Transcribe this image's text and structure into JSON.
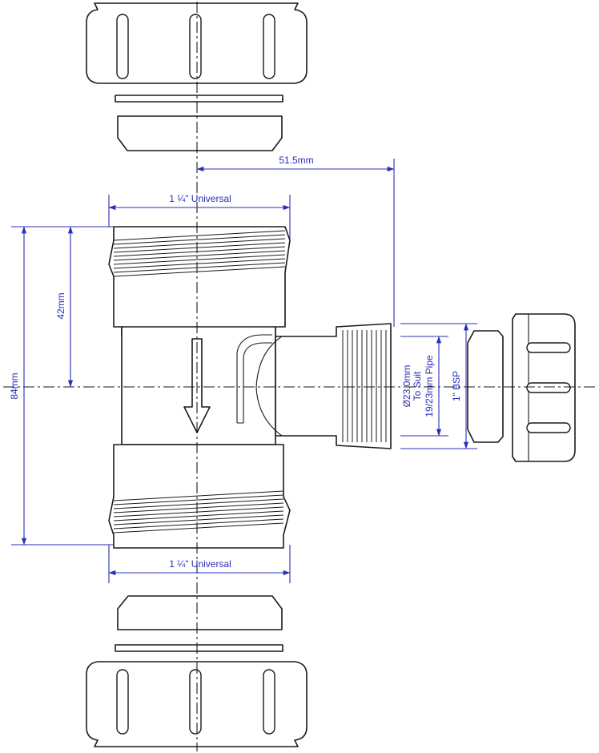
{
  "dimensions": {
    "top_width": "1 ¼\" Universal",
    "bottom_width": "1 ¼\" Universal",
    "branch_offset": "51.5mm",
    "total_height": "84mm",
    "half_height": "42mm",
    "branch_bore": "Ø23.0mm",
    "branch_suit_line1": "To Suit",
    "branch_suit_line2": "19/23mm Pipe",
    "branch_thread": "1\" BSP"
  },
  "colors": {
    "dimension": "#2a2fb6",
    "outline": "#1a1a1a",
    "background": "#ffffff"
  }
}
